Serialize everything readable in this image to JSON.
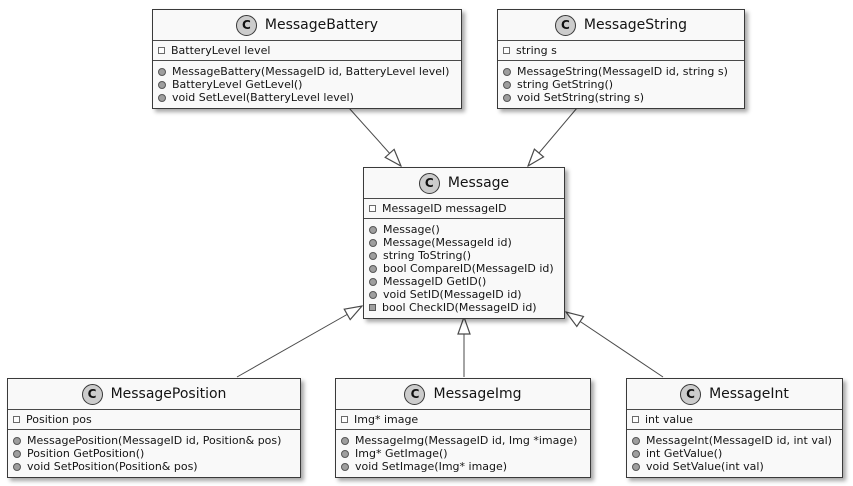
{
  "diagram": {
    "type": "uml-class-diagram",
    "colors": {
      "background": "#FFFFFF",
      "box_fill": "#F9F9F9",
      "box_border": "#3A3A3A",
      "badge_fill": "#CCCCCC",
      "public_icon": "#9E9E9E",
      "edge_line": "#4A4A4A"
    },
    "classes": [
      {
        "stereotype": "C",
        "name": "MessageBattery",
        "fields": [
          {
            "text": "BatteryLevel level",
            "visibility": "field"
          }
        ],
        "methods": [
          {
            "text": "MessageBattery(MessageID id, BatteryLevel level)",
            "visibility": "public"
          },
          {
            "text": "BatteryLevel GetLevel()",
            "visibility": "public"
          },
          {
            "text": "void SetLevel(BatteryLevel level)",
            "visibility": "public"
          }
        ]
      },
      {
        "stereotype": "C",
        "name": "MessageString",
        "fields": [
          {
            "text": "string s",
            "visibility": "field"
          }
        ],
        "methods": [
          {
            "text": "MessageString(MessageID id, string s)",
            "visibility": "public"
          },
          {
            "text": "string GetString()",
            "visibility": "public"
          },
          {
            "text": "void SetString(string s)",
            "visibility": "public"
          }
        ]
      },
      {
        "stereotype": "C",
        "name": "Message",
        "fields": [
          {
            "text": "MessageID messageID",
            "visibility": "field"
          }
        ],
        "methods": [
          {
            "text": "Message()",
            "visibility": "public"
          },
          {
            "text": "Message(MessageId id)",
            "visibility": "public"
          },
          {
            "text": "string ToString()",
            "visibility": "public"
          },
          {
            "text": "bool CompareID(MessageID id)",
            "visibility": "public"
          },
          {
            "text": "MessageID GetID()",
            "visibility": "public"
          },
          {
            "text": "void SetID(MessageID id)",
            "visibility": "public"
          },
          {
            "text": "bool CheckID(MessageID id)",
            "visibility": "private"
          }
        ]
      },
      {
        "stereotype": "C",
        "name": "MessagePosition",
        "fields": [
          {
            "text": "Position pos",
            "visibility": "field"
          }
        ],
        "methods": [
          {
            "text": "MessagePosition(MessageID id, Position& pos)",
            "visibility": "public"
          },
          {
            "text": "Position GetPosition()",
            "visibility": "public"
          },
          {
            "text": "void SetPosition(Position& pos)",
            "visibility": "public"
          }
        ]
      },
      {
        "stereotype": "C",
        "name": "MessageImg",
        "fields": [
          {
            "text": "Img* image",
            "visibility": "field"
          }
        ],
        "methods": [
          {
            "text": "MessageImg(MessageID id, Img *image)",
            "visibility": "public"
          },
          {
            "text": "Img* GetImage()",
            "visibility": "public"
          },
          {
            "text": "void SetImage(Img* image)",
            "visibility": "public"
          }
        ]
      },
      {
        "stereotype": "C",
        "name": "MessageInt",
        "fields": [
          {
            "text": "int value",
            "visibility": "field"
          }
        ],
        "methods": [
          {
            "text": "MessageInt(MessageID id, int val)",
            "visibility": "public"
          },
          {
            "text": "int GetValue()",
            "visibility": "public"
          },
          {
            "text": "void SetValue(int val)",
            "visibility": "public"
          }
        ]
      }
    ],
    "relations": [
      {
        "from": "MessageBattery",
        "to": "Message",
        "type": "inheritance"
      },
      {
        "from": "MessageString",
        "to": "Message",
        "type": "inheritance"
      },
      {
        "from": "MessagePosition",
        "to": "Message",
        "type": "inheritance"
      },
      {
        "from": "MessageImg",
        "to": "Message",
        "type": "inheritance"
      },
      {
        "from": "MessageInt",
        "to": "Message",
        "type": "inheritance"
      }
    ]
  }
}
